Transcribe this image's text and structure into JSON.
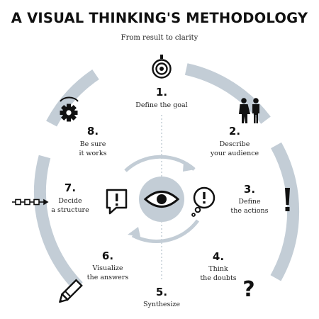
{
  "title": "A VISUAL THINKING'S METHODOLOGY",
  "subtitle": "From result to clarity",
  "center_icon": "eye-icon",
  "steps": [
    {
      "number": "1.",
      "lines": [
        "Define the goal"
      ],
      "icon": "target-icon"
    },
    {
      "number": "2.",
      "lines": [
        "Describe",
        "your audience"
      ],
      "icon": "people-icon"
    },
    {
      "number": "3.",
      "lines": [
        "Define",
        "the actions"
      ],
      "icon": "exclamation-icon"
    },
    {
      "number": "4.",
      "lines": [
        "Think",
        "the doubts"
      ],
      "icon": "question-icon"
    },
    {
      "number": "5.",
      "lines": [
        "Synthesize"
      ],
      "icon": ""
    },
    {
      "number": "6.",
      "lines": [
        "Visualize",
        "the answers"
      ],
      "icon": "pencil-icon"
    },
    {
      "number": "7.",
      "lines": [
        "Decide",
        "a structure"
      ],
      "icon": "structure-icon"
    },
    {
      "number": "8.",
      "lines": [
        "Be sure",
        "it works"
      ],
      "icon": "gear-icon"
    }
  ],
  "colors": {
    "ring": "#c3cdd6",
    "ink": "#111111",
    "text": "#222222"
  }
}
